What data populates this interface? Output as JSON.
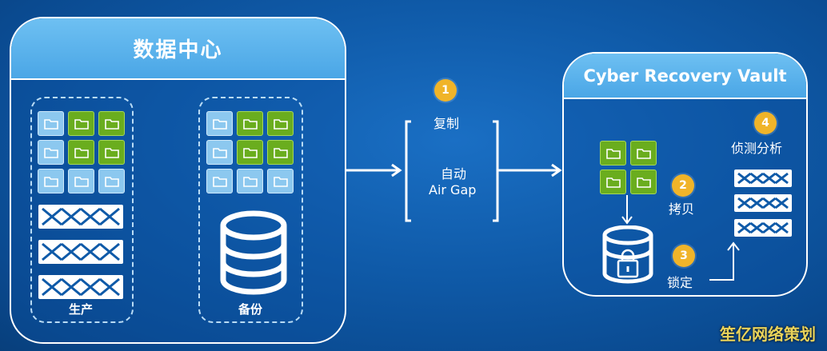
{
  "datacenter": {
    "title": "数据中心",
    "production_label": "生产",
    "backup_label": "备份"
  },
  "vault": {
    "title": "Cyber Recovery Vault"
  },
  "steps": [
    {
      "number": "1",
      "label": "复制"
    },
    {
      "number": "2",
      "label": "拷贝"
    },
    {
      "number": "3",
      "label": "锁定"
    },
    {
      "number": "4",
      "label": "侦测分析"
    }
  ],
  "airgap": {
    "line1": "自动",
    "line2": "Air Gap"
  },
  "watermark": "笙亿网络策划",
  "colors": {
    "background": "#0f5aa8",
    "panel_header": "#5ab2ea",
    "folder_blue": "#8cc8ef",
    "folder_green": "#6aad1e",
    "badge": "#f0b429"
  },
  "icons": [
    "folder-icon",
    "server-rack-icon",
    "database-icon",
    "lock-icon",
    "arrow-icon"
  ]
}
